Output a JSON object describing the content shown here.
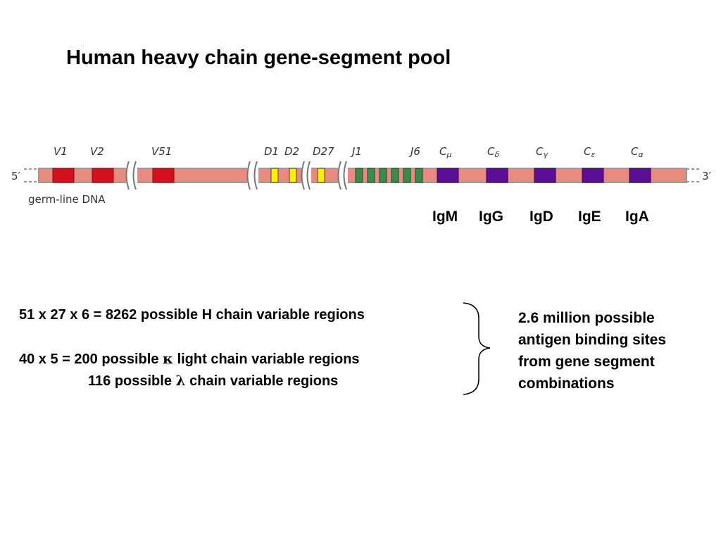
{
  "slide": {
    "title": "Human heavy chain gene-segment pool"
  },
  "diagram": {
    "end_5": "5′",
    "end_3": "3′",
    "germline_label": "germ-line DNA",
    "colors": {
      "dna": "#e88a80",
      "v_segment": "#d4101e",
      "d_segment": "#ffee00",
      "j_segment": "#3a8a4a",
      "c_segment": "#5a0f96",
      "outline": "#999999"
    },
    "segment_labels": {
      "v1": "V1",
      "v2": "V2",
      "v51": "V51",
      "d1": "D1",
      "d2": "D2",
      "d27": "D27",
      "j1": "J1",
      "j6": "J6"
    },
    "constant_labels": {
      "mu": {
        "base": "C",
        "sub": "μ"
      },
      "delta": {
        "base": "C",
        "sub": "δ"
      },
      "gamma": {
        "base": "C",
        "sub": "γ"
      },
      "epsilon": {
        "base": "C",
        "sub": "ε"
      },
      "alpha": {
        "base": "C",
        "sub": "α"
      }
    }
  },
  "isotypes": {
    "igm": "IgM",
    "igg": "IgG",
    "igd": "IgD",
    "ige": "IgE",
    "iga": "IgA"
  },
  "calculations": {
    "heavy": "51 x 27 x 6 = 8262 possible H chain variable regions",
    "kappa_prefix": "40 x 5 = 200 possible ",
    "kappa_symbol": "κ",
    "kappa_suffix": " light chain variable regions",
    "lambda_prefix": "116 possible ",
    "lambda_symbol": "λ",
    "lambda_suffix": " chain variable regions"
  },
  "summary": {
    "line1": "2.6 million possible",
    "line2": "antigen binding sites",
    "line3": "from gene segment",
    "line4": "combinations"
  }
}
